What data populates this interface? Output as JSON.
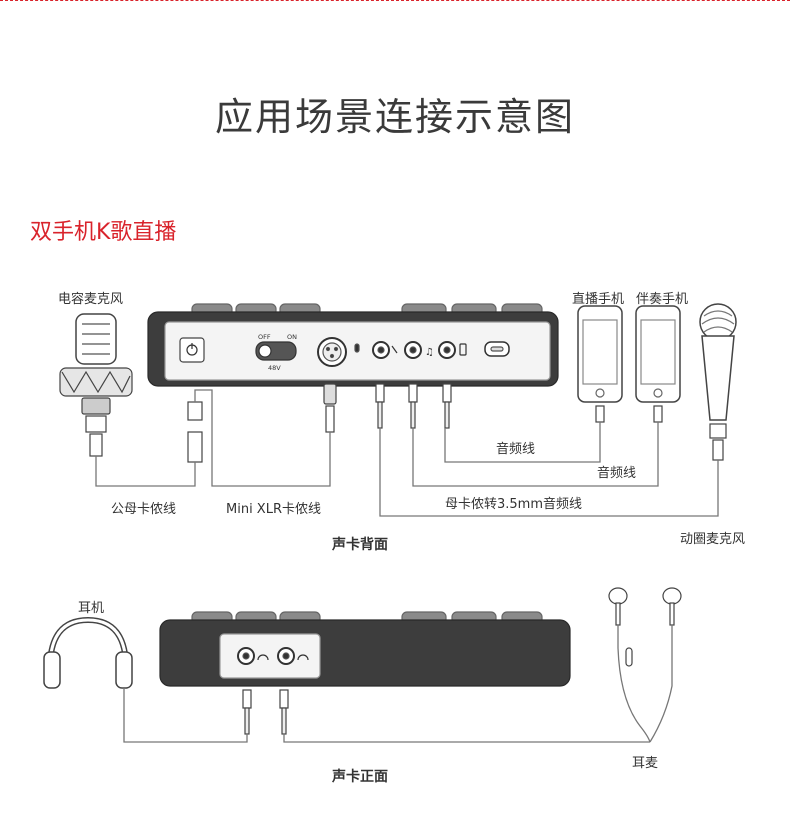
{
  "page_title": "应用场景连接示意图",
  "section_title": "双手机K歌直播",
  "labels": {
    "condenser_mic": "电容麦克风",
    "live_phone": "直播手机",
    "accompany_phone": "伴奏手机",
    "male_female_cable": "公母卡侬线",
    "mini_xlr_cable": "Mini XLR卡侬线",
    "audio_cable_1": "音频线",
    "audio_cable_2": "音频线",
    "female_xlr_35": "母卡侬转3.5mm音频线",
    "dynamic_mic": "动圈麦克风",
    "back_caption": "声卡背面",
    "headphones": "耳机",
    "earphones": "耳麦",
    "front_caption": "声卡正面"
  },
  "panel": {
    "switch_off": "OFF",
    "switch_on": "ON",
    "switch_48v": "48V"
  }
}
